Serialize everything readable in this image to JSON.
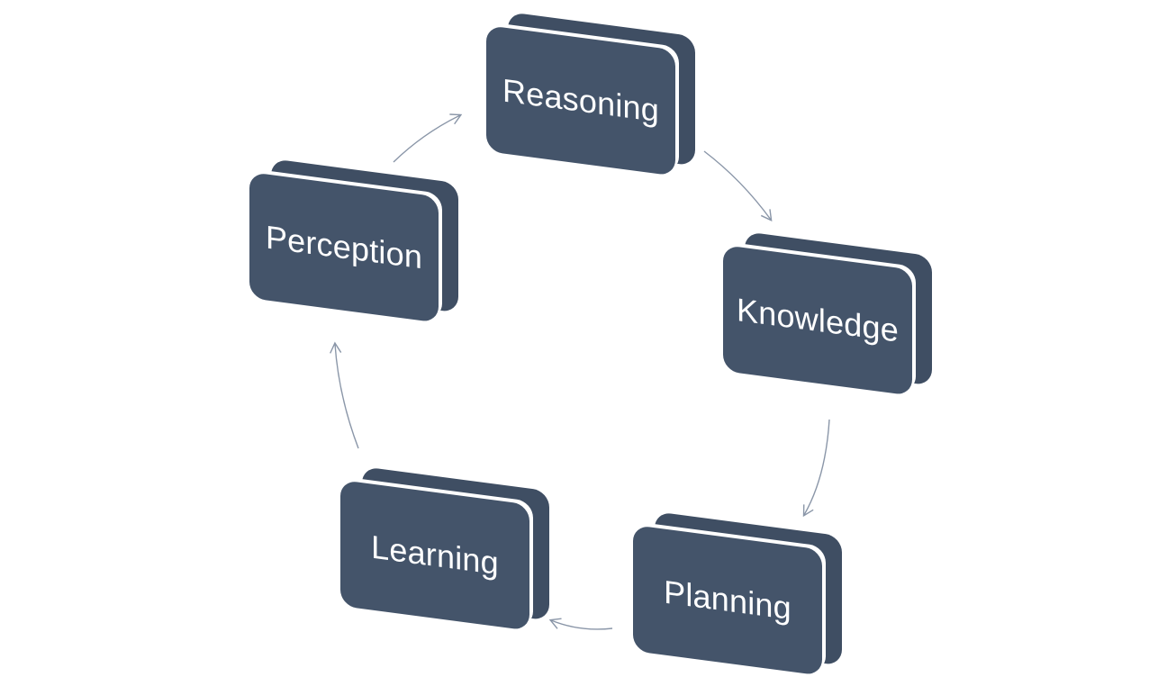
{
  "diagram": {
    "type": "cycle",
    "colors": {
      "node_face": "#44546a",
      "node_side": "#3f4e63",
      "node_text": "#ffffff",
      "arrow": "#8a96a8",
      "background": "#ffffff"
    },
    "nodes": [
      {
        "id": "reasoning",
        "label": "Reasoning"
      },
      {
        "id": "knowledge",
        "label": "Knowledge"
      },
      {
        "id": "planning",
        "label": "Planning"
      },
      {
        "id": "learning",
        "label": "Learning"
      },
      {
        "id": "perception",
        "label": "Perception"
      }
    ],
    "edges": [
      {
        "from": "reasoning",
        "to": "knowledge"
      },
      {
        "from": "knowledge",
        "to": "planning"
      },
      {
        "from": "planning",
        "to": "learning"
      },
      {
        "from": "learning",
        "to": "perception"
      },
      {
        "from": "perception",
        "to": "reasoning"
      }
    ]
  }
}
